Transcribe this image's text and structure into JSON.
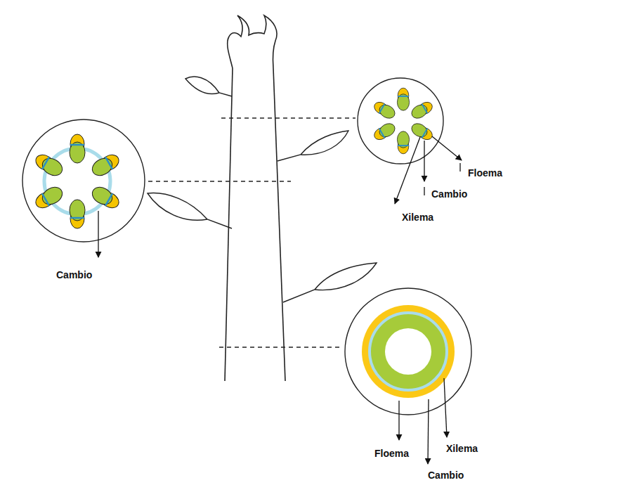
{
  "diagram": {
    "labels": [
      "Floema",
      "Cambio",
      "Xilema",
      "Cambio",
      "Xilema",
      "Floema",
      "Cambio"
    ]
  }
}
